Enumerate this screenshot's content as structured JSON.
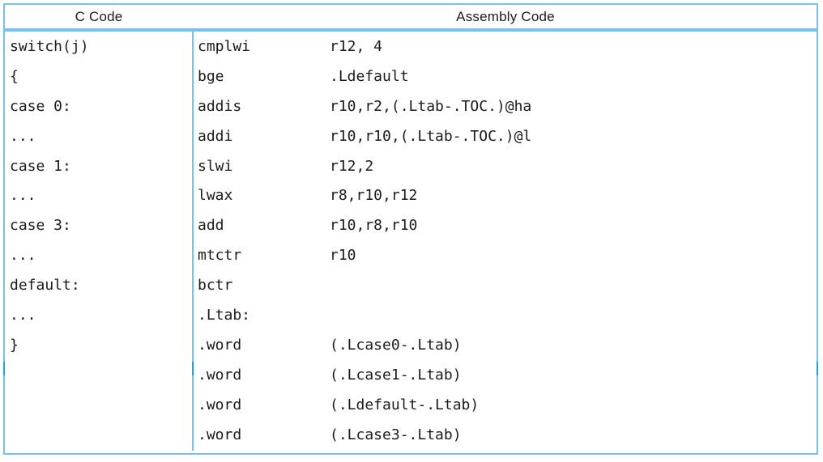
{
  "header": {
    "c_code": "C Code",
    "assembly_code": "Assembly Code"
  },
  "c_code_lines": [
    "switch(j)",
    "{",
    "case 0:",
    "...",
    "case 1:",
    "...",
    "case 3:",
    "...",
    "default:",
    "...",
    "}"
  ],
  "assembly_lines": [
    {
      "mnemonic": "cmplwi",
      "operands": "r12, 4"
    },
    {
      "mnemonic": "bge",
      "operands": ".Ldefault"
    },
    {
      "mnemonic": "addis",
      "operands": "r10,r2,(.Ltab-.TOC.)@ha"
    },
    {
      "mnemonic": "addi",
      "operands": "r10,r10,(.Ltab-.TOC.)@l"
    },
    {
      "mnemonic": "slwi",
      "operands": "r12,2"
    },
    {
      "mnemonic": "lwax",
      "operands": "r8,r10,r12"
    },
    {
      "mnemonic": "add",
      "operands": "r10,r8,r10"
    },
    {
      "mnemonic": "mtctr",
      "operands": "r10"
    },
    {
      "mnemonic": "bctr",
      "operands": ""
    },
    {
      "mnemonic": ".Ltab:",
      "operands": ""
    },
    {
      "mnemonic": ".word",
      "operands": "(.Lcase0-.Ltab)"
    },
    {
      "mnemonic": ".word",
      "operands": "(.Lcase1-.Ltab)"
    },
    {
      "mnemonic": ".word",
      "operands": "(.Ldefault-.Ltab)"
    },
    {
      "mnemonic": ".word",
      "operands": "(.Lcase3-.Ltab)"
    }
  ],
  "colors": {
    "border": "#76c0f2",
    "border_accent": "#18a6ec",
    "code_text": "#1b1b1b",
    "header_text": "#1c1c1c",
    "background": "#ffffff"
  }
}
